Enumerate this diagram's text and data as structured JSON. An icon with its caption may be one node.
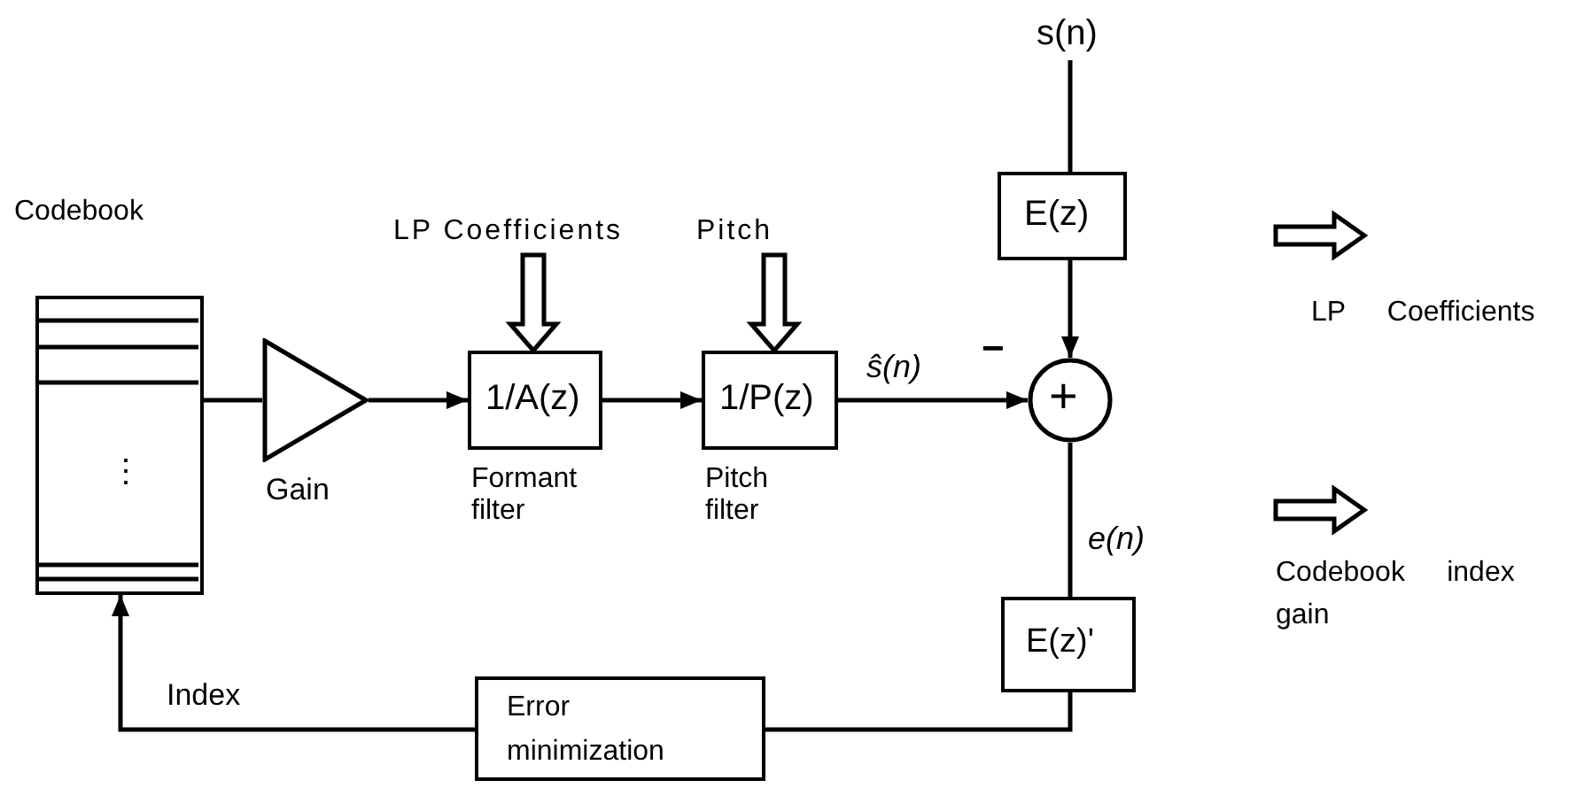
{
  "diagram": {
    "nodes": [
      {
        "text": [
          "Codebook"
        ]
      },
      {
        "text": [
          "Gain"
        ]
      },
      {
        "text": [
          "1/A(z)",
          "Formant filter"
        ]
      },
      {
        "text": [
          "1/P(z)",
          "Pitch filter"
        ]
      },
      {
        "text": [
          "LP Coefficients"
        ]
      },
      {
        "text": [
          "Pitch"
        ]
      },
      {
        "text": [
          "s(n)"
        ]
      },
      {
        "text": [
          "E(z)"
        ]
      },
      {
        "text": [
          "+"
        ],
        "beside": [
          "−"
        ]
      },
      {
        "text": [
          "E(z)'"
        ]
      },
      {
        "text": [
          "Error minimization"
        ]
      }
    ],
    "edges": [
      {
        "from": 0,
        "to": 1,
        "arrow": "none"
      },
      {
        "from": 1,
        "to": 2,
        "arrow": "to"
      },
      {
        "from": 2,
        "to": 3,
        "arrow": "to"
      },
      {
        "from": 3,
        "to": 8,
        "arrow": "to",
        "label": "ŝ(n)"
      },
      {
        "from": 6,
        "to": 7,
        "arrow": "none"
      },
      {
        "from": 7,
        "to": 8,
        "arrow": "to"
      },
      {
        "from": 8,
        "to": 9,
        "arrow": "none",
        "label": "e(n)"
      },
      {
        "from": 9,
        "to": 10,
        "arrow": "none"
      },
      {
        "from": 10,
        "to": 0,
        "arrow": "to",
        "label": "Index"
      },
      {
        "from": 4,
        "to": 2,
        "arrow": "to",
        "style": "thick"
      },
      {
        "from": 5,
        "to": 3,
        "arrow": "to",
        "style": "thick"
      }
    ],
    "labels": [
      "⋮",
      "LP Coefficients",
      "Codebook index gain"
    ]
  }
}
